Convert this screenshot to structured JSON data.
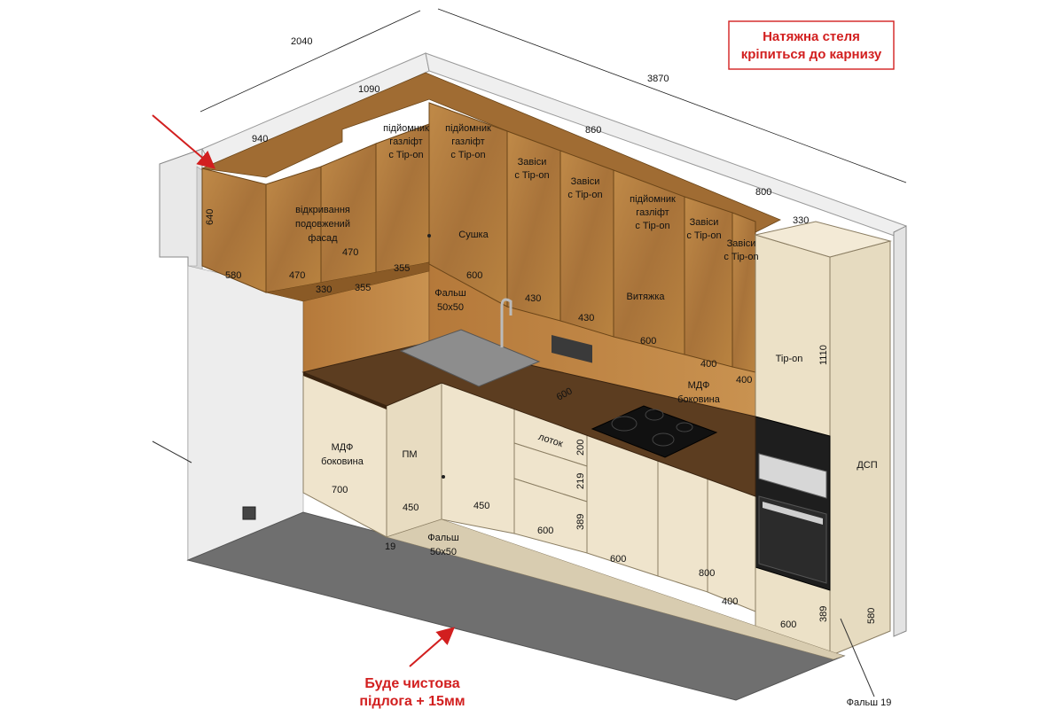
{
  "notes": {
    "ceiling_line1": "Натяжна стеля",
    "ceiling_line2": "кріпиться до карнизу",
    "floor_line1": "Буде чистова",
    "floor_line2": "підлога + 15мм"
  },
  "dimensions": {
    "d2040": "2040",
    "d3870": "3870",
    "d1090": "1090",
    "d940": "940",
    "d860": "860",
    "d800_top": "800",
    "d330_top": "330",
    "d640": "640",
    "d580_left": "580",
    "d470_a": "470",
    "d470_b": "470",
    "d330_b": "330",
    "d355_a": "355",
    "d355_b": "355",
    "d600_a": "600",
    "d430_a": "430",
    "d430_b": "430",
    "d600_b": "600",
    "d400_a": "400",
    "d400_b": "400",
    "d1110": "1110",
    "d600_counter": "600",
    "d700": "700",
    "d450_a": "450",
    "d450_b": "450",
    "d19": "19",
    "d200": "200",
    "d219": "219",
    "d389_a": "389",
    "d600_drawer": "600",
    "d600_c": "600",
    "d800_low": "800",
    "d400_low": "400",
    "d600_d": "600",
    "d389_b": "389",
    "d580_right": "580"
  },
  "labels": {
    "lift1_l1": "підйомник",
    "lift1_l2": "газліфт",
    "lift1_l3": "с Tip-on",
    "lift2_l1": "підйомник",
    "lift2_l2": "газліфт",
    "lift2_l3": "с Tip-on",
    "hinge1_l1": "Завіси",
    "hinge1_l2": "с Tip-on",
    "hinge2_l1": "Завіси",
    "hinge2_l2": "с Tip-on",
    "lift3_l1": "підйомник",
    "lift3_l2": "газліфт",
    "lift3_l3": "с Tip-on",
    "hinge3_l1": "Завіси",
    "hinge3_l2": "с Tip-on",
    "hinge4_l1": "Завіси",
    "hinge4_l2": "с Tip-on",
    "open_l1": "відкривання",
    "open_l2": "подовжений",
    "open_l3": "фасад",
    "dryer": "Сушка",
    "hood": "Витяжка",
    "fals1_l1": "Фальш",
    "fals1_l2": "50x50",
    "fals2_l1": "Фальш",
    "fals2_l2": "50x50",
    "fals19": "Фальш 19",
    "tipon": "Tip-on",
    "mdf1_l1": "МДФ",
    "mdf1_l2": "боковина",
    "mdf2_l1": "МДФ",
    "mdf2_l2": "боковина",
    "pm": "ПМ",
    "tray": "лоток",
    "dsp": "ДСП"
  },
  "colors": {
    "wood": "#b07a3c",
    "wood_dark": "#8a5a26",
    "cream": "#efe4cc",
    "floor": "#6e6e6e",
    "wall": "#e6e6e6",
    "counter": "#5a3b1f",
    "red": "#d21f1f"
  }
}
